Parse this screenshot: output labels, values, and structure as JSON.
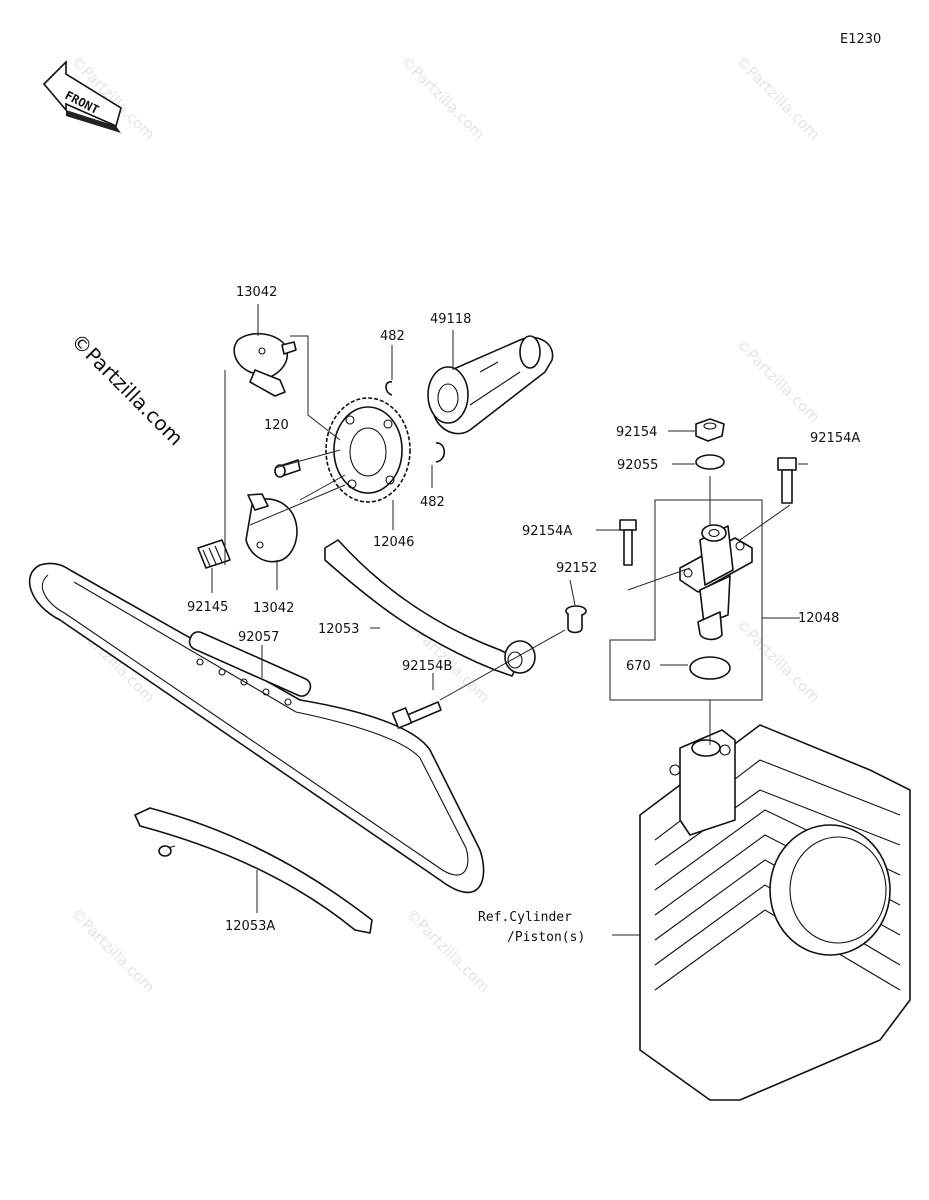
{
  "diagram_code": "E1230",
  "front_label": "FRONT",
  "watermark": "©Partzilla.com",
  "parts": {
    "p13042_top": "13042",
    "p49118": "49118",
    "p482_top": "482",
    "p120": "120",
    "p482_bottom": "482",
    "p12046": "12046",
    "p92145": "92145",
    "p13042_bottom": "13042",
    "p92154": "92154",
    "p92154A_right": "92154A",
    "p92055": "92055",
    "p92154A_left": "92154A",
    "p92152": "92152",
    "p12048": "12048",
    "p12053": "12053",
    "p92057": "92057",
    "p92154B": "92154B",
    "p670": "670",
    "p12053A": "12053A",
    "ref_line1": "Ref.Cylinder",
    "ref_line2": "/Piston(s)"
  },
  "colors": {
    "ink": "#111111",
    "watermark": "#e4e4e4",
    "background": "#ffffff"
  }
}
